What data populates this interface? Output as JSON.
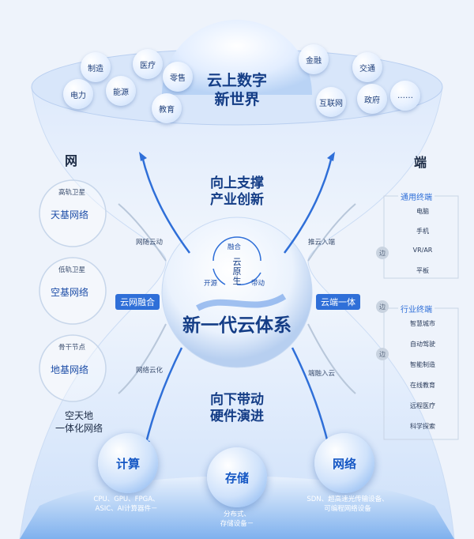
{
  "top_title": {
    "line1": "云上数字",
    "line2": "新世界"
  },
  "industries": [
    "制造",
    "医疗",
    "零售",
    "电力",
    "能源",
    "教育",
    "金融",
    "交通",
    "互联网",
    "政府",
    "……"
  ],
  "left": {
    "title": "网",
    "orbits": [
      {
        "label": "高轨卫星",
        "name": "天基网络"
      },
      {
        "label": "低轨卫星",
        "name": "空基网络"
      },
      {
        "label": "骨干节点",
        "name": "地基网络"
      }
    ],
    "caption_line1": "空天地",
    "caption_line2": "一体化网络"
  },
  "right": {
    "title": "端",
    "group1": {
      "title": "通用终端",
      "items": [
        "电脑",
        "手机",
        "VR/AR",
        "平板"
      ]
    },
    "group2": {
      "title": "行业终端",
      "items": [
        "智慧城市",
        "自动驾驶",
        "智能制造",
        "在线教育",
        "远程医疗",
        "科学探索"
      ]
    },
    "badge": "边"
  },
  "center": {
    "cycle": [
      "融合",
      "开源",
      "带动"
    ],
    "core": "云原生",
    "title": "新一代云体系"
  },
  "upper": {
    "line1": "向上支撑",
    "line2": "产业创新"
  },
  "lower": {
    "line1": "向下带动",
    "line2": "硬件演进"
  },
  "connectors": {
    "left": "云网融合",
    "right": "云端一体"
  },
  "arrows": {
    "net_follow": "网随云动",
    "net_cloud": "网络云化",
    "push": "推云入端",
    "merge": "端融入云"
  },
  "resources": [
    {
      "name": "计算",
      "desc1": "CPU、GPU、FPGA、",
      "desc2": "ASIC、AI计算器件－"
    },
    {
      "name": "存储",
      "desc1": "分布式、",
      "desc2": "存储设备－"
    },
    {
      "name": "网络",
      "desc1": "SDN、超高速光传输设备、",
      "desc2": "可编程网络设备"
    }
  ]
}
